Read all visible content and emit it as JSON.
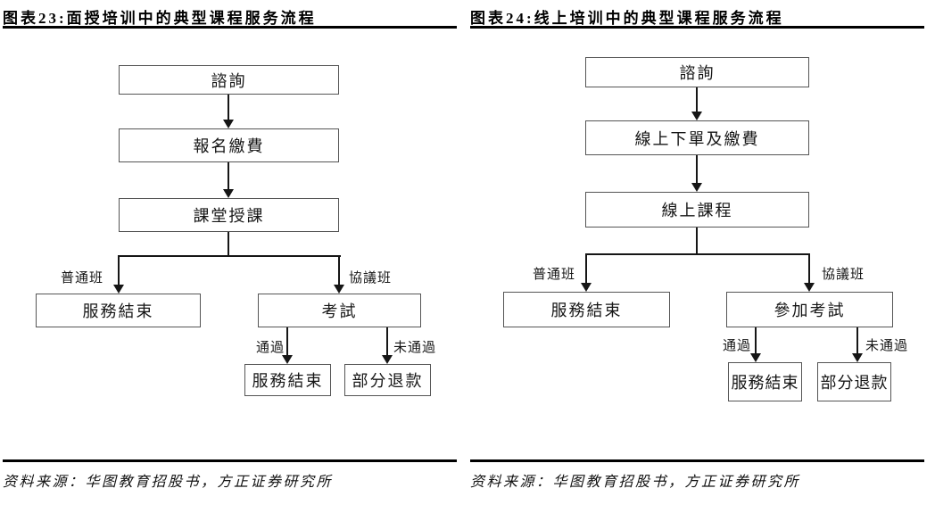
{
  "colors": {
    "background": "#ffffff",
    "rule": "#000000",
    "box_border": "#555555",
    "line": "#161616",
    "text": "#111111"
  },
  "figures": {
    "left": {
      "title": "图表23:面授培训中的典型课程服务流程",
      "source": "资料来源：华图教育招股书，方正证券研究所",
      "nodes": {
        "consult": "諮詢",
        "enroll": "報名繳費",
        "classroom": "課堂授課",
        "service_end": "服務結束",
        "exam": "考試",
        "service_end2": "服務結束",
        "refund": "部分退款"
      },
      "edges": {
        "ordinary": "普通班",
        "agreement": "協議班",
        "pass": "通過",
        "fail": "未通過"
      }
    },
    "right": {
      "title": "图表24:线上培训中的典型课程服务流程",
      "source": "资料来源：华图教育招股书，方正证券研究所",
      "nodes": {
        "consult": "諮詢",
        "order": "線上下單及繳費",
        "online_course": "線上課程",
        "service_end": "服務結束",
        "exam": "參加考試",
        "service_end2": "服務結束",
        "refund": "部分退款"
      },
      "edges": {
        "ordinary": "普通班",
        "agreement": "協議班",
        "pass": "通過",
        "fail": "未通過"
      }
    }
  }
}
